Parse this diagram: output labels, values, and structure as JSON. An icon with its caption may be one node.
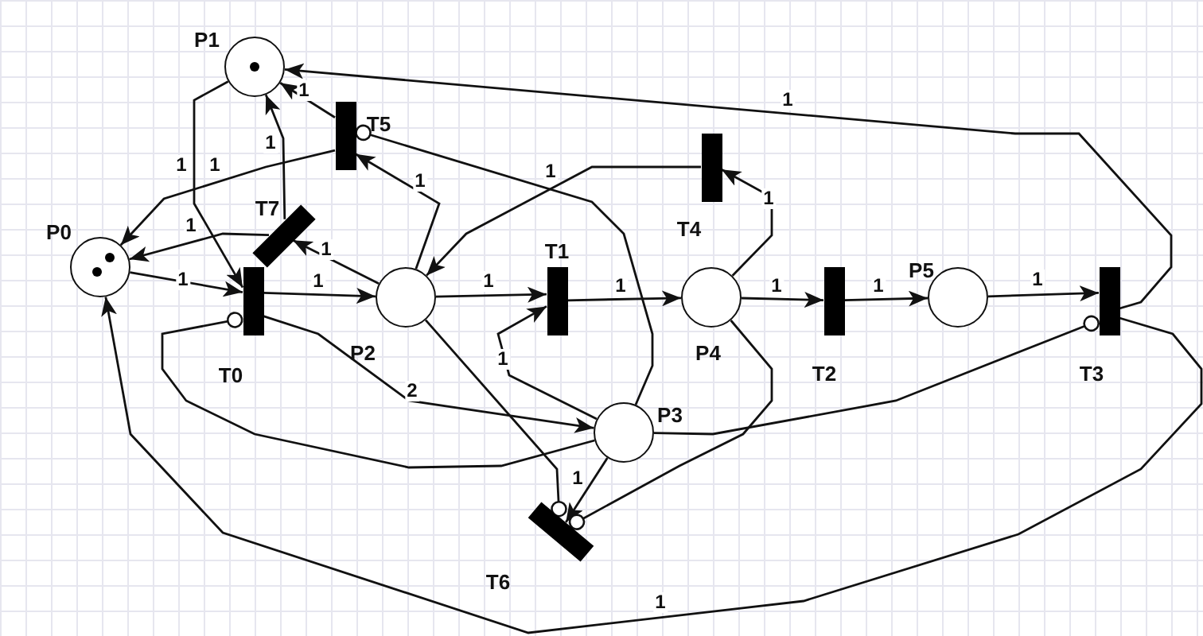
{
  "diagram": {
    "nodes": [
      {
        "text": [
          "P0"
        ]
      },
      {
        "text": [
          "P1"
        ]
      },
      {
        "text": [
          "P2"
        ]
      },
      {
        "text": [
          "P3"
        ]
      },
      {
        "text": [
          "P4"
        ]
      },
      {
        "text": [
          "P5"
        ]
      },
      {
        "text": [
          "T0"
        ]
      },
      {
        "text": [
          "T1"
        ]
      },
      {
        "text": [
          "T2"
        ]
      },
      {
        "text": [
          "T3"
        ]
      },
      {
        "text": [
          "T4"
        ]
      },
      {
        "text": [
          "T5"
        ]
      },
      {
        "text": [
          "T6"
        ]
      },
      {
        "text": [
          "T7"
        ]
      }
    ],
    "edges": [
      {
        "from": 0,
        "to": 6,
        "arrow": "to",
        "label": "1"
      },
      {
        "from": 6,
        "to": 2,
        "arrow": "to",
        "label": "1"
      },
      {
        "from": 2,
        "to": 7,
        "arrow": "to",
        "label": "1"
      },
      {
        "from": 7,
        "to": 4,
        "arrow": "to",
        "label": "1"
      },
      {
        "from": 4,
        "to": 8,
        "arrow": "to",
        "label": "1"
      },
      {
        "from": 8,
        "to": 5,
        "arrow": "to",
        "label": "1"
      },
      {
        "from": 5,
        "to": 9,
        "arrow": "to",
        "label": "1"
      },
      {
        "from": 9,
        "to": 1,
        "arrow": "to",
        "label": "1"
      },
      {
        "from": 9,
        "to": 0,
        "arrow": "to",
        "label": "1"
      },
      {
        "from": 3,
        "to": 9,
        "arrow": "other"
      },
      {
        "from": 1,
        "to": 6,
        "arrow": "to",
        "label": "1"
      },
      {
        "from": 11,
        "to": 0,
        "arrow": "to",
        "label": "1"
      },
      {
        "from": 11,
        "to": 1,
        "arrow": "to",
        "label": "1"
      },
      {
        "from": 2,
        "to": 11,
        "arrow": "to",
        "label": "1"
      },
      {
        "from": 13,
        "to": 0,
        "arrow": "to",
        "label": "1"
      },
      {
        "from": 13,
        "to": 1,
        "arrow": "to",
        "label": "1"
      },
      {
        "from": 2,
        "to": 13,
        "arrow": "to",
        "label": "1"
      },
      {
        "from": 10,
        "to": 2,
        "arrow": "to",
        "label": "1"
      },
      {
        "from": 4,
        "to": 10,
        "arrow": "to",
        "label": "1"
      },
      {
        "from": 6,
        "to": 3,
        "arrow": "to",
        "label": "2"
      },
      {
        "from": 3,
        "to": 6,
        "arrow": "other"
      },
      {
        "from": 3,
        "to": 7,
        "arrow": "to",
        "label": "1"
      },
      {
        "from": 2,
        "to": 12,
        "arrow": "other"
      },
      {
        "from": 3,
        "to": 12,
        "arrow": "to",
        "label": "1"
      },
      {
        "from": 4,
        "to": 12,
        "arrow": "other"
      },
      {
        "from": 3,
        "to": 11,
        "arrow": "other"
      }
    ]
  }
}
